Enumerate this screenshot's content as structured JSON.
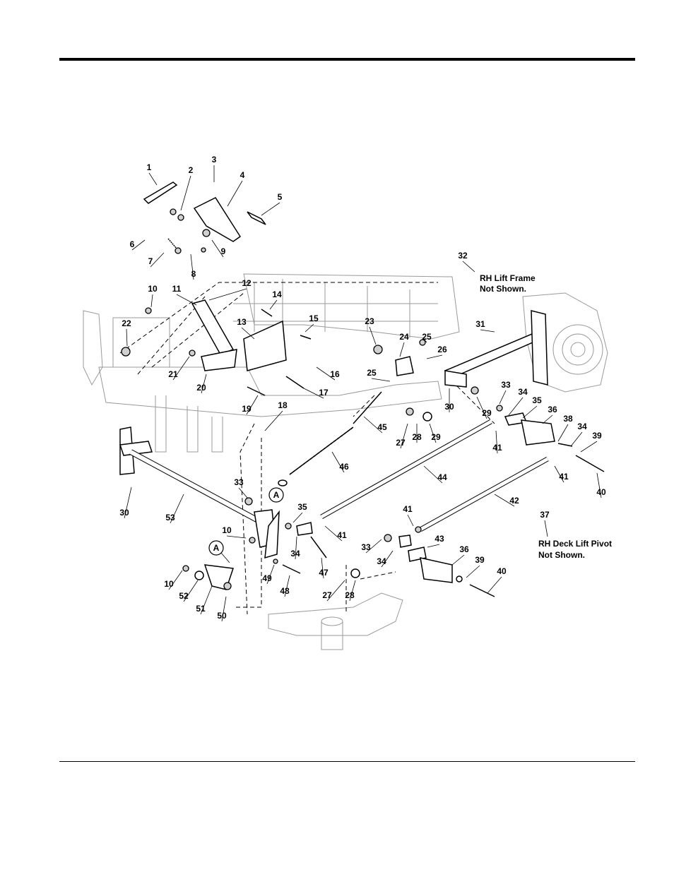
{
  "callouts": [
    {
      "id": "c1",
      "text": "1"
    },
    {
      "id": "c2",
      "text": "2"
    },
    {
      "id": "c3",
      "text": "3"
    },
    {
      "id": "c4",
      "text": "4"
    },
    {
      "id": "c5",
      "text": "5"
    },
    {
      "id": "c6",
      "text": "6"
    },
    {
      "id": "c7",
      "text": "7"
    },
    {
      "id": "c8",
      "text": "8"
    },
    {
      "id": "c9",
      "text": "9"
    },
    {
      "id": "c10a",
      "text": "10"
    },
    {
      "id": "c11",
      "text": "11"
    },
    {
      "id": "c12",
      "text": "12"
    },
    {
      "id": "c13",
      "text": "13"
    },
    {
      "id": "c14",
      "text": "14"
    },
    {
      "id": "c15",
      "text": "15"
    },
    {
      "id": "c16",
      "text": "16"
    },
    {
      "id": "c17",
      "text": "17"
    },
    {
      "id": "c18",
      "text": "18"
    },
    {
      "id": "c19",
      "text": "19"
    },
    {
      "id": "c20",
      "text": "20"
    },
    {
      "id": "c21",
      "text": "21"
    },
    {
      "id": "c22",
      "text": "22"
    },
    {
      "id": "c23",
      "text": "23"
    },
    {
      "id": "c24",
      "text": "24"
    },
    {
      "id": "c25a",
      "text": "25"
    },
    {
      "id": "c25b",
      "text": "25"
    },
    {
      "id": "c26",
      "text": "26"
    },
    {
      "id": "c27a",
      "text": "27"
    },
    {
      "id": "c28a",
      "text": "28"
    },
    {
      "id": "c29a",
      "text": "29"
    },
    {
      "id": "c29b",
      "text": "29"
    },
    {
      "id": "c30a",
      "text": "30"
    },
    {
      "id": "c31",
      "text": "31"
    },
    {
      "id": "c32",
      "text": "32"
    },
    {
      "id": "c33a",
      "text": "33"
    },
    {
      "id": "c34a",
      "text": "34"
    },
    {
      "id": "c35a",
      "text": "35"
    },
    {
      "id": "c36a",
      "text": "36"
    },
    {
      "id": "c38",
      "text": "38"
    },
    {
      "id": "c34b",
      "text": "34"
    },
    {
      "id": "c39a",
      "text": "39"
    },
    {
      "id": "c41a",
      "text": "41"
    },
    {
      "id": "c41b",
      "text": "41"
    },
    {
      "id": "c40a",
      "text": "40"
    },
    {
      "id": "c44",
      "text": "44"
    },
    {
      "id": "c45",
      "text": "45"
    },
    {
      "id": "c46",
      "text": "46"
    },
    {
      "id": "c30b",
      "text": "30"
    },
    {
      "id": "c53",
      "text": "53"
    },
    {
      "id": "c33b",
      "text": "33"
    },
    {
      "id": "c35b",
      "text": "35"
    },
    {
      "id": "c41c",
      "text": "41"
    },
    {
      "id": "c42",
      "text": "42"
    },
    {
      "id": "c37",
      "text": "37"
    },
    {
      "id": "c10b",
      "text": "10"
    },
    {
      "id": "c34c",
      "text": "34"
    },
    {
      "id": "c47",
      "text": "47"
    },
    {
      "id": "c33c",
      "text": "33"
    },
    {
      "id": "c41d",
      "text": "41"
    },
    {
      "id": "c43",
      "text": "43"
    },
    {
      "id": "c34d",
      "text": "34"
    },
    {
      "id": "c36b",
      "text": "36"
    },
    {
      "id": "c39b",
      "text": "39"
    },
    {
      "id": "c40b",
      "text": "40"
    },
    {
      "id": "c10c",
      "text": "10"
    },
    {
      "id": "c52",
      "text": "52"
    },
    {
      "id": "c51",
      "text": "51"
    },
    {
      "id": "c50",
      "text": "50"
    },
    {
      "id": "c49",
      "text": "49"
    },
    {
      "id": "c48",
      "text": "48"
    },
    {
      "id": "c27b",
      "text": "27"
    },
    {
      "id": "c28b",
      "text": "28"
    }
  ],
  "notes": {
    "rh_lift_frame_1": "RH Lift Frame",
    "rh_lift_frame_2": "Not Shown.",
    "rh_deck_pivot_1": "RH Deck Lift Pivot",
    "rh_deck_pivot_2": "Not Shown."
  },
  "markers": {
    "a_upper": "A",
    "a_lower": "A"
  }
}
